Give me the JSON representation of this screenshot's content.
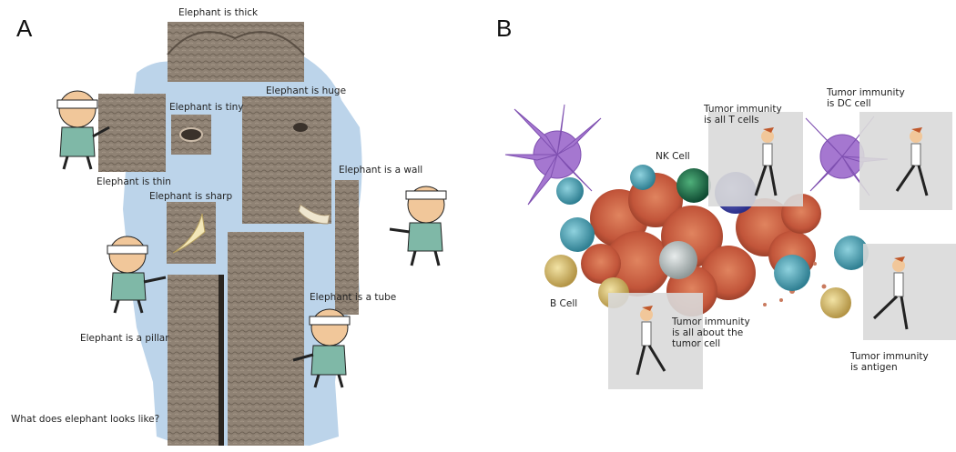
{
  "panel_a": {
    "letter": "A",
    "labels": {
      "thick": "Elephant is thick",
      "tiny": "Elephant is tiny",
      "huge": "Elephant is huge",
      "thin": "Elephant is thin",
      "sharp": "Elephant is sharp",
      "wall": "Elephant is a wall",
      "tube": "Elephant is a tube",
      "pillar": "Elephant is a pillar",
      "question": "What does elephant looks like?"
    }
  },
  "panel_b": {
    "letter": "B",
    "labels": {
      "nk_cell": "NK Cell",
      "b_cell": "B Cell",
      "t_cells_1": "Tumor immunity",
      "t_cells_2": "is all T cells",
      "dc_1": "Tumor immunity",
      "dc_2": "is DC cell",
      "tumor_1": "Tumor immunity",
      "tumor_2": "is all about the",
      "tumor_3": "tumor cell",
      "antigen_1": "Tumor immunity",
      "antigen_2": "is antigen"
    }
  },
  "colors": {
    "silhouette": "#bcd4ea",
    "skin": "#8a7b6d",
    "purple": "#9b6fc4",
    "teal": "#4aa3b5",
    "tumor": "#c65a3a",
    "gray_box": "#d9d9d9"
  }
}
